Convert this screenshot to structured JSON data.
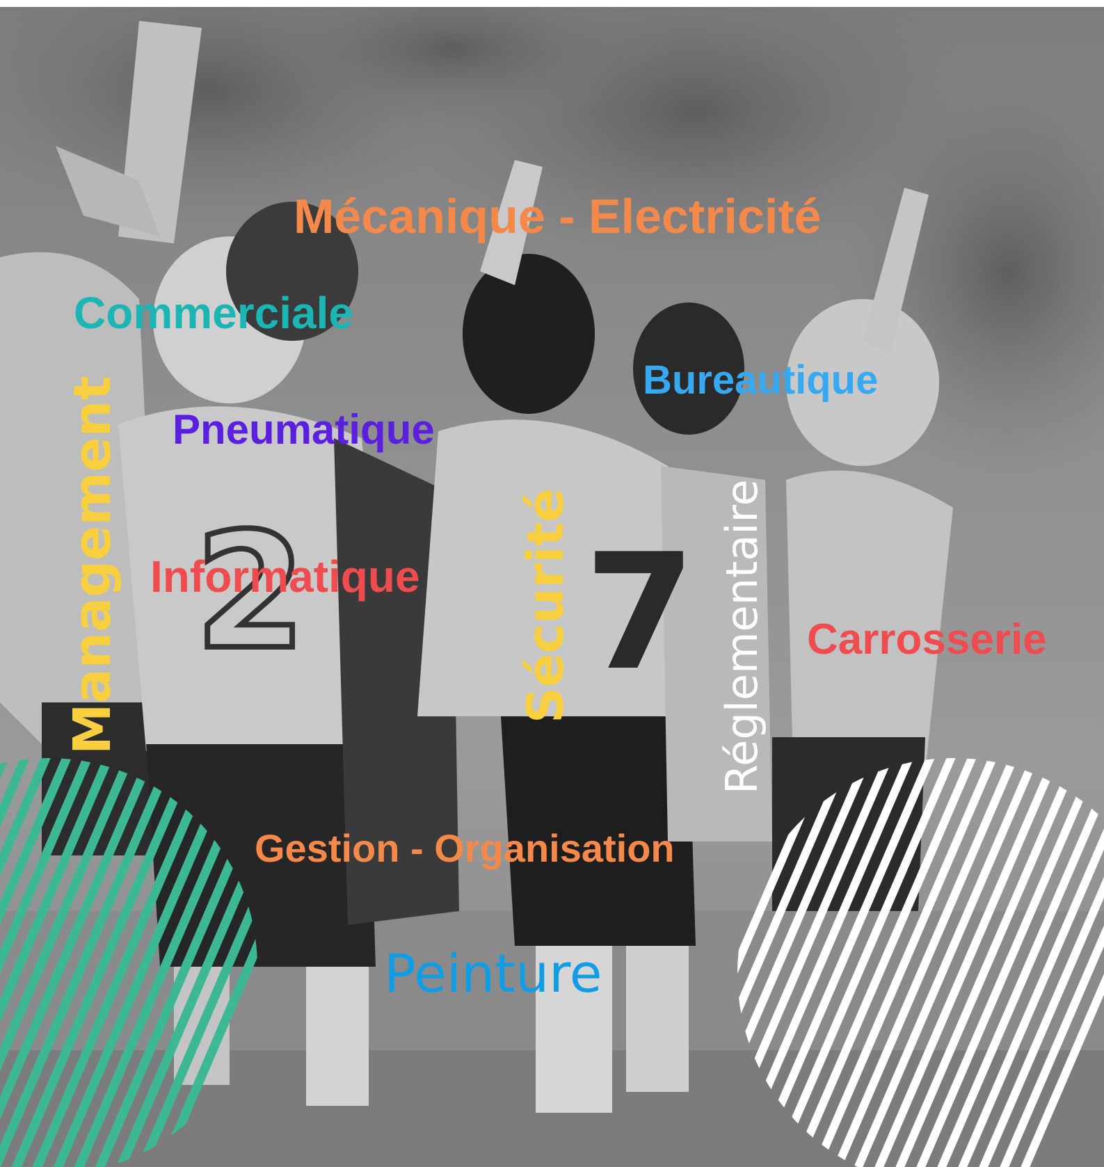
{
  "colors": {
    "orange": "#f5894a",
    "teal": "#1bb5b4",
    "yellow": "#f7cf3f",
    "purple": "#5b1fe0",
    "red": "#ef4c50",
    "sky": "#36a9f0",
    "white": "#ffffff",
    "blue": "#119de6",
    "green_stripes": "#3db895",
    "white_stripes": "#ffffff"
  },
  "words": {
    "mecanique": "Mécanique - Electricité",
    "commerciale": "Commerciale",
    "management": "Management",
    "pneumatique": "Pneumatique",
    "bureautique": "Bureautique",
    "securite": "Sécurité",
    "reglementaire": "Réglementaire",
    "informatique": "Informatique",
    "carrosserie": "Carrosserie",
    "gestion": "Gestion - Organisation",
    "peinture": "Peinture"
  }
}
